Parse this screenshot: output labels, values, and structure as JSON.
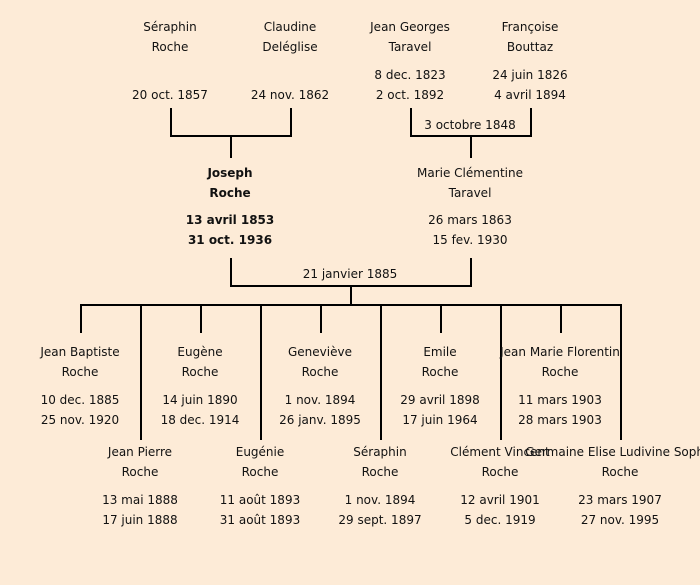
{
  "grandparents": [
    {
      "first": "Séraphin",
      "last": "Roche",
      "birth": "",
      "death": "20 oct. 1857"
    },
    {
      "first": "Claudine",
      "last": "Deléglise",
      "birth": "",
      "death": "24 nov. 1862"
    },
    {
      "first": "Jean Georges",
      "last": "Taravel",
      "birth": "8 dec. 1823",
      "death": "2 oct. 1892"
    },
    {
      "first": "Françoise",
      "last": "Bouttaz",
      "birth": "24 juin 1826",
      "death": "4 avril 1894"
    }
  ],
  "grandparents_marriage_right": "3 octobre 1848",
  "parents": [
    {
      "first": "Joseph",
      "last": "Roche",
      "birth": "13 avril 1853",
      "death": "31 oct. 1936"
    },
    {
      "first": "Marie Clémentine",
      "last": "Taravel",
      "birth": "26 mars 1863",
      "death": "15 fev. 1930"
    }
  ],
  "parents_marriage": "21 janvier 1885",
  "children": [
    {
      "first": "Jean Baptiste",
      "last": "Roche",
      "birth": "10 dec. 1885",
      "death": "25 nov. 1920"
    },
    {
      "first": "Jean Pierre",
      "last": "Roche",
      "birth": "13 mai 1888",
      "death": "17 juin 1888"
    },
    {
      "first": "Eugène",
      "last": "Roche",
      "birth": "14 juin 1890",
      "death": "18 dec. 1914"
    },
    {
      "first": "Eugénie",
      "last": "Roche",
      "birth": "11 août 1893",
      "death": "31 août 1893"
    },
    {
      "first": "Geneviève",
      "last": "Roche",
      "birth": "1 nov. 1894",
      "death": "26 janv. 1895"
    },
    {
      "first": "Séraphin",
      "last": "Roche",
      "birth": "1 nov. 1894",
      "death": "29 sept. 1897"
    },
    {
      "first": "Emile",
      "last": "Roche",
      "birth": "29 avril 1898",
      "death": "17 juin 1964"
    },
    {
      "first": "Clément Vincent",
      "last": "Roche",
      "birth": "12 avril 1901",
      "death": "5 dec. 1919"
    },
    {
      "first": "Jean Marie Florentin",
      "last": "Roche",
      "birth": "11 mars 1903",
      "death": "28 mars 1903"
    },
    {
      "first": "Germaine Elise Ludivine Sophie",
      "last": "Roche",
      "birth": "23 mars 1907",
      "death": "27 nov. 1995"
    }
  ]
}
